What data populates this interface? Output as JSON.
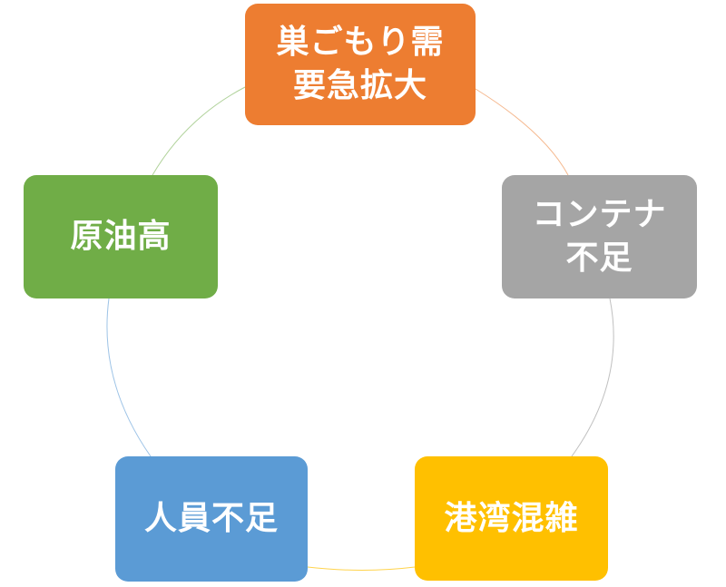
{
  "diagram": {
    "type": "cycle",
    "nodes": [
      {
        "lines": [
          "巣ごもり需",
          "要急拡大"
        ],
        "color": "#ED7D31"
      },
      {
        "lines": [
          "コンテナ",
          "不足"
        ],
        "color": "#A5A5A5"
      },
      {
        "lines": [
          "港湾混雑"
        ],
        "color": "#FFC000"
      },
      {
        "lines": [
          "人員不足"
        ],
        "color": "#5B9BD5"
      },
      {
        "lines": [
          "原油高"
        ],
        "color": "#70AD47"
      }
    ]
  }
}
